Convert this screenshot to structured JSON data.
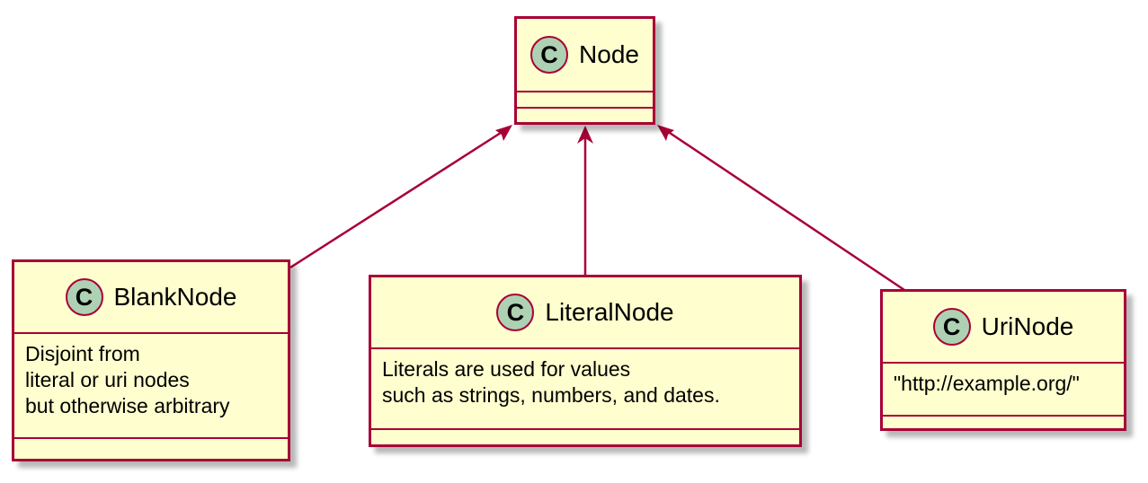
{
  "colors": {
    "class_fill": "#FEFECE",
    "border": "#A80036",
    "badge_fill": "#ADD1B2"
  },
  "badge_letter": "C",
  "classes": [
    {
      "id": "node",
      "name": "Node",
      "attributes": []
    },
    {
      "id": "blanknode",
      "name": "BlankNode",
      "attributes": [
        "Disjoint from",
        "literal or uri nodes",
        "but otherwise arbitrary"
      ]
    },
    {
      "id": "literalnode",
      "name": "LiteralNode",
      "attributes": [
        "Literals are used for values",
        "such as strings, numbers, and dates."
      ]
    },
    {
      "id": "urinode",
      "name": "UriNode",
      "attributes": [
        "\"http://example.org/\""
      ]
    }
  ],
  "relations": [
    {
      "from": "blanknode",
      "to": "node",
      "type": "inheritance"
    },
    {
      "from": "literalnode",
      "to": "node",
      "type": "inheritance"
    },
    {
      "from": "urinode",
      "to": "node",
      "type": "inheritance"
    }
  ]
}
